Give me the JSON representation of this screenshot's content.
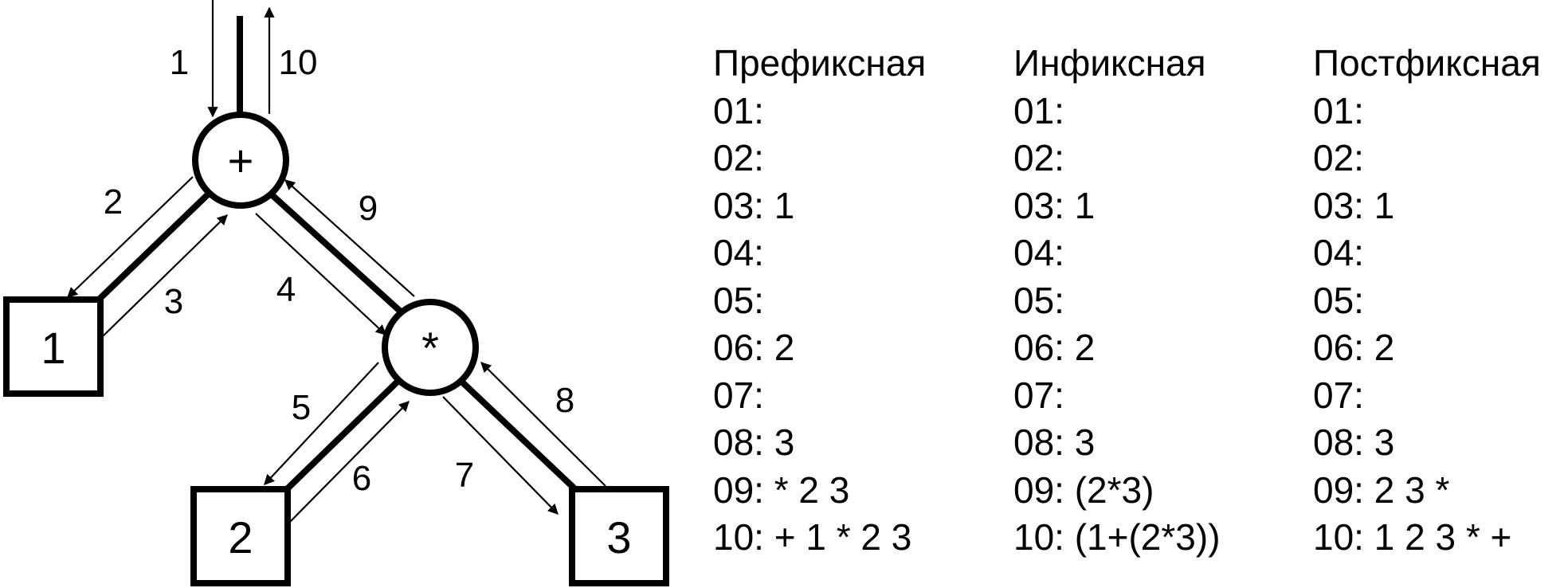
{
  "tree": {
    "nodes": [
      {
        "id": "plus",
        "label": "+",
        "shape": "circle"
      },
      {
        "id": "times",
        "label": "*",
        "shape": "circle"
      },
      {
        "id": "leaf1",
        "label": "1",
        "shape": "square"
      },
      {
        "id": "leaf2",
        "label": "2",
        "shape": "square"
      },
      {
        "id": "leaf3",
        "label": "3",
        "shape": "square"
      }
    ],
    "steps": [
      "1",
      "2",
      "3",
      "4",
      "5",
      "6",
      "7",
      "8",
      "9",
      "10"
    ]
  },
  "tables": {
    "prefix": {
      "header": "Префиксная",
      "rows": [
        "01:",
        "02:",
        "03: 1",
        "04:",
        "05:",
        "06: 2",
        "07:",
        "08: 3",
        "09: * 2 3",
        "10: + 1 * 2 3"
      ]
    },
    "infix": {
      "header": "Инфиксная",
      "rows": [
        "01:",
        "02:",
        "03: 1",
        "04:",
        "05:",
        "06: 2",
        "07:",
        "08: 3",
        "09: (2*3)",
        "10: (1+(2*3))"
      ]
    },
    "postfix": {
      "header": "Постфиксная",
      "rows": [
        "01:",
        "02:",
        "03: 1",
        "04:",
        "05:",
        "06: 2",
        "07:",
        "08: 3",
        "09: 2 3 *",
        "10: 1 2 3 * +"
      ]
    }
  }
}
